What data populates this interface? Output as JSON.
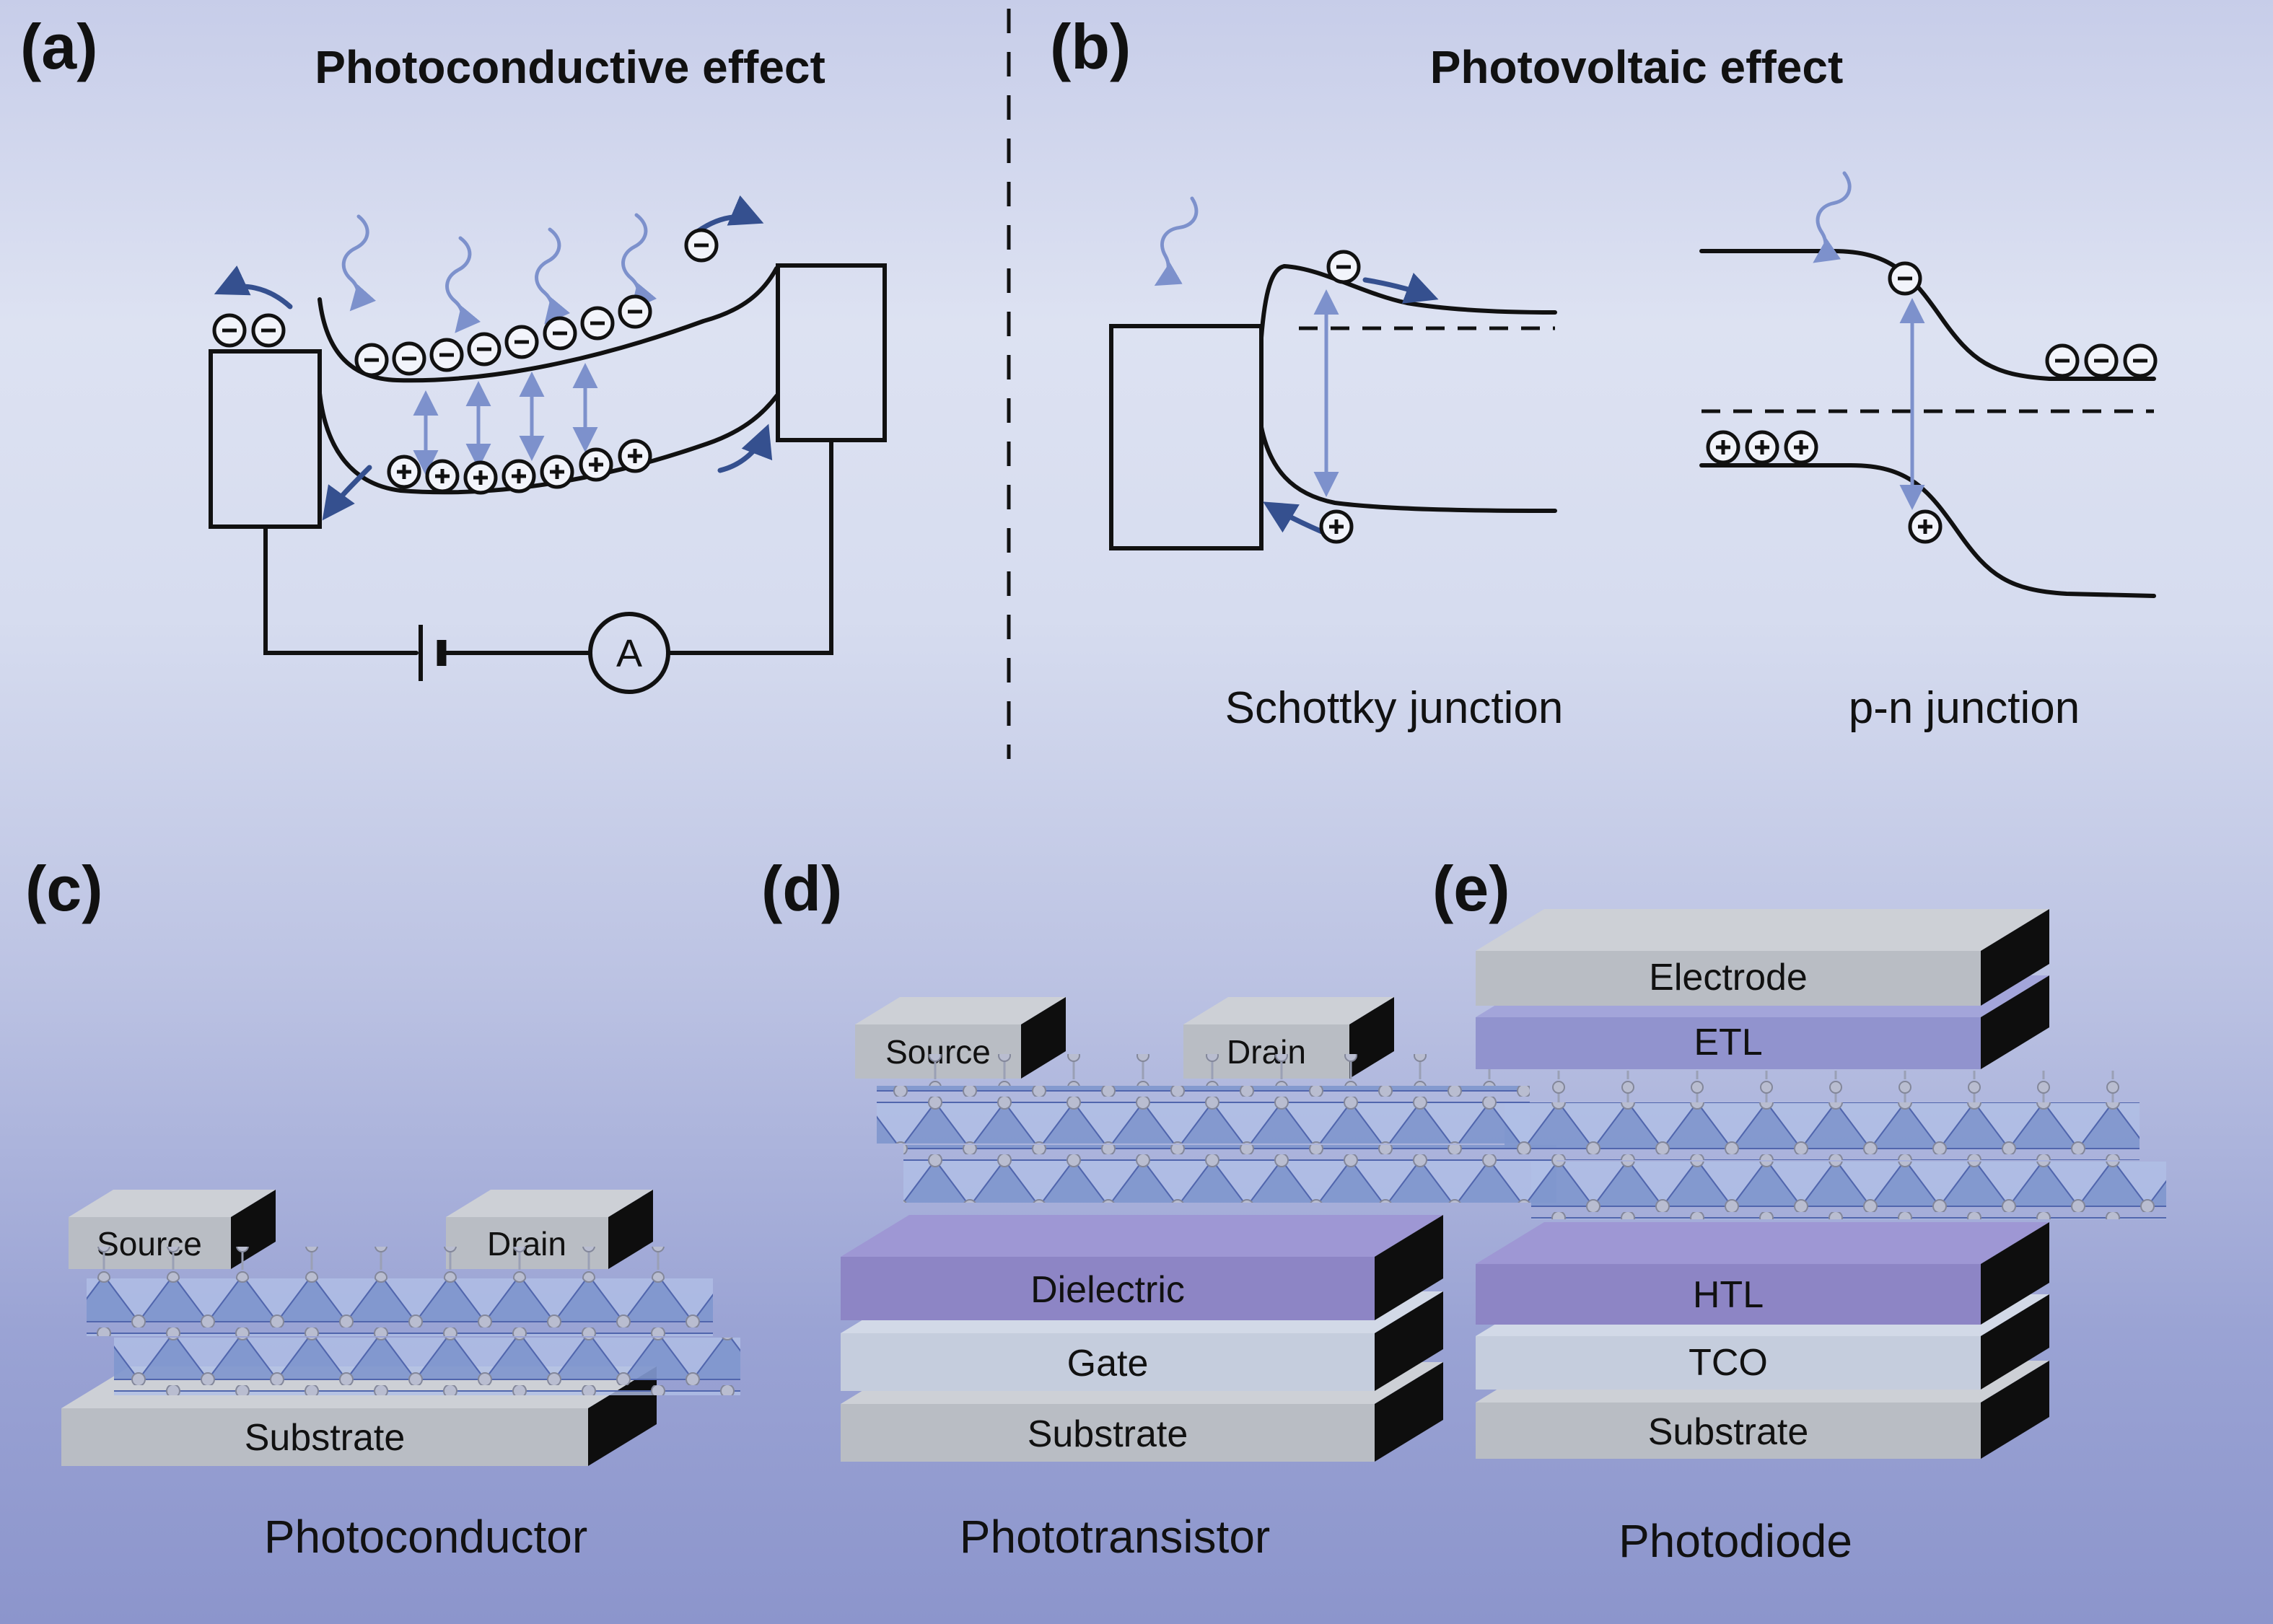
{
  "figure": {
    "a": {
      "tag": "(a)",
      "title": "Photoconductive effect",
      "ammeter": "A"
    },
    "b": {
      "tag": "(b)",
      "title": "Photovoltaic effect",
      "schottky_label": "Schottky junction",
      "pn_label": "p-n junction"
    },
    "c": {
      "tag": "(c)",
      "source": "Source",
      "drain": "Drain",
      "substrate": "Substrate",
      "caption": "Photoconductor"
    },
    "d": {
      "tag": "(d)",
      "source": "Source",
      "drain": "Drain",
      "dielectric": "Dielectric",
      "gate": "Gate",
      "substrate": "Substrate",
      "caption": "Phototransistor"
    },
    "e": {
      "tag": "(e)",
      "electrode": "Electrode",
      "etl": "ETL",
      "htl": "HTL",
      "tco": "TCO",
      "substrate": "Substrate",
      "caption": "Photodiode"
    }
  },
  "icons": {
    "electron": "circled-minus",
    "hole": "circled-plus",
    "photon": "wavy-arrow",
    "transition": "double-headed-arrow"
  },
  "colors": {
    "background_top": "#c7cde9",
    "background_bottom": "#8c95cc",
    "ink": "#111111",
    "photon_arrow": "#7d91cc",
    "transfer_arrow": "#35508f",
    "slab_gray": "#b9bdc4",
    "slab_gray_top": "#cdd0d6",
    "slab_purple": "#8d85c5",
    "slab_blue_purple": "#9193ce",
    "slab_light_blue": "#c5cddd",
    "slab_side": "#0e0e0e",
    "lattice_blue": "#8097cf",
    "lattice_blue_light": "#b0bfe6",
    "atom": "#b9bdd0"
  }
}
